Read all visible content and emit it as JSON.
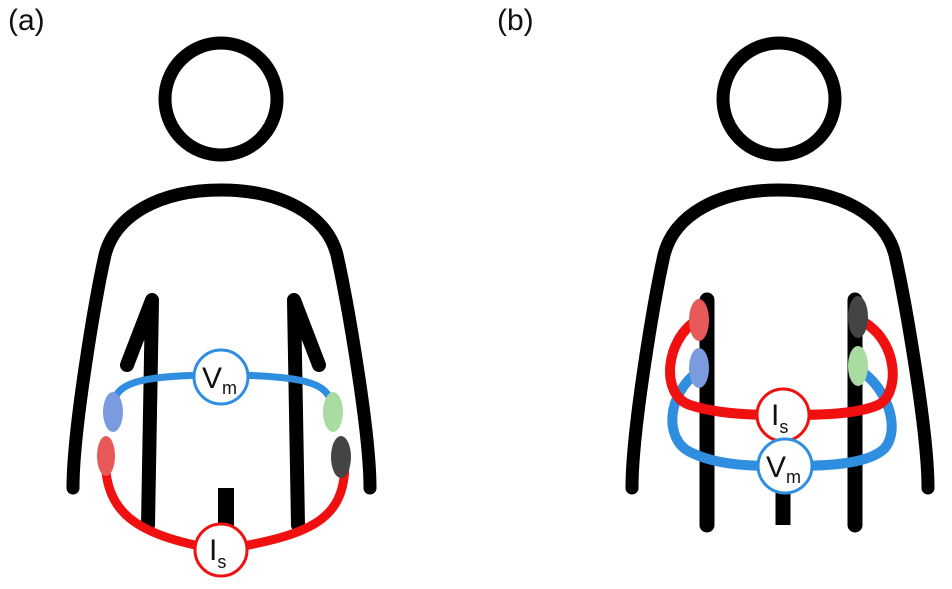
{
  "panels": [
    {
      "label": "(a)",
      "voltage": {
        "main": "V",
        "sub": "m"
      },
      "current": {
        "main": "I",
        "sub": "s"
      }
    },
    {
      "label": "(b)",
      "voltage": {
        "main": "V",
        "sub": "m"
      },
      "current": {
        "main": "I",
        "sub": "s"
      }
    }
  ],
  "colors": {
    "body_outline": "#000000",
    "voltage_loop": "#2f8ee0",
    "current_loop": "#f01010",
    "electrode_blue": "#7a9be0",
    "electrode_red": "#e85a5a",
    "electrode_green": "#a8dca0",
    "electrode_black": "#444444"
  }
}
